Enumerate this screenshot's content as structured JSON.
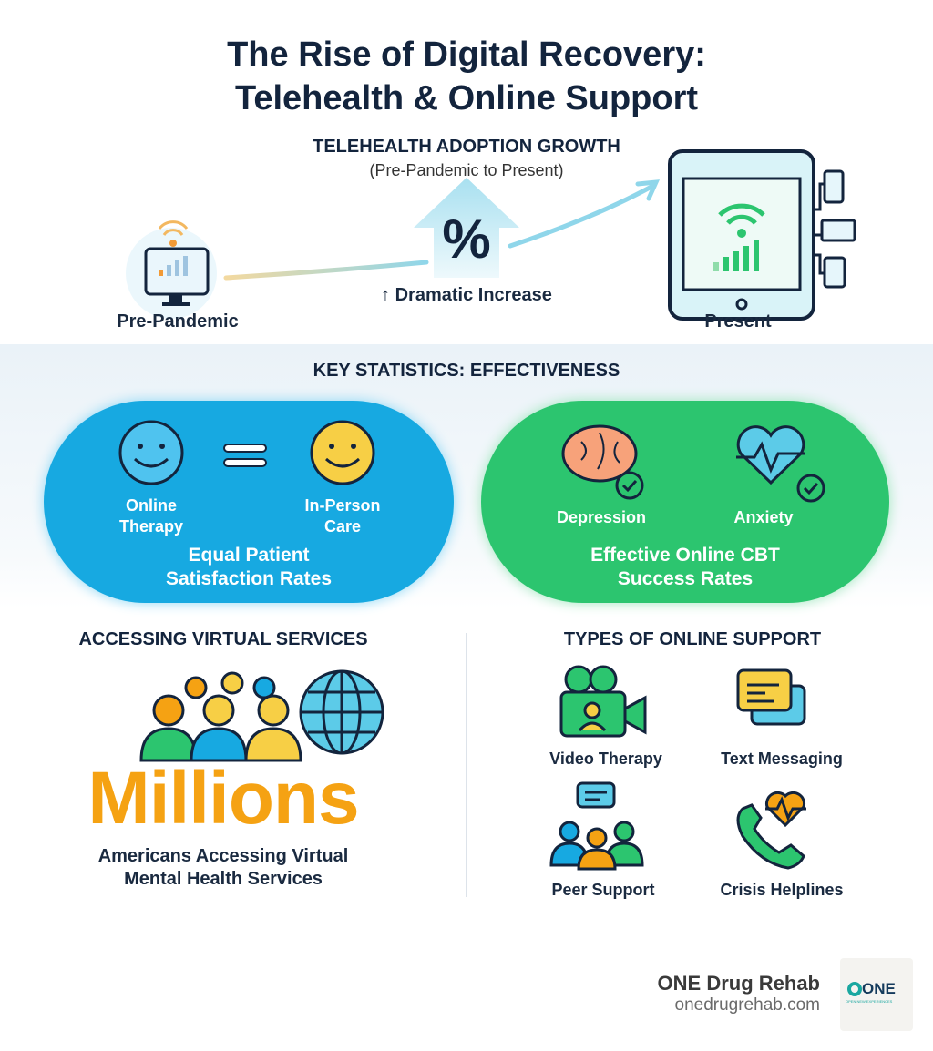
{
  "title": {
    "line1": "The Rise of Digital Recovery:",
    "line2": "Telehealth & Online Support"
  },
  "adoption": {
    "heading": "TELEHEALTH ADOPTION GROWTH",
    "subheading": "(Pre-Pandemic to Present)",
    "left_label": "Pre-Pandemic",
    "center_symbol": "%",
    "center_label": "↑ Dramatic Increase",
    "right_label": "Present"
  },
  "stats": {
    "heading": "KEY STATISTICS: EFFECTIVENESS",
    "satisfaction": {
      "left": "Online\nTherapy",
      "right": "In-Person\nCare",
      "caption_line1": "Equal Patient",
      "caption_line2": "Satisfaction Rates",
      "color": "#17a9e1"
    },
    "cbt": {
      "left": "Depression",
      "right": "Anxiety",
      "caption_line1": "Effective Online CBT",
      "caption_line2": "Success Rates",
      "color": "#2cc56f"
    }
  },
  "access": {
    "heading": "ACCESSING VIRTUAL SERVICES",
    "big": "Millions",
    "caption_line1": "Americans Accessing Virtual",
    "caption_line2": "Mental Health Services",
    "accent": "#f5a213"
  },
  "types": {
    "heading": "TYPES OF ONLINE SUPPORT",
    "items": [
      {
        "label": "Video Therapy",
        "icon": "video-camera"
      },
      {
        "label": "Text Messaging",
        "icon": "chat-bubbles"
      },
      {
        "label": "Peer Support",
        "icon": "group-chat"
      },
      {
        "label": "Crisis Helplines",
        "icon": "phone-heart"
      }
    ]
  },
  "footer": {
    "brand": "ONE Drug Rehab",
    "url": "onedrugrehab.com",
    "logo_text": "ONE",
    "logo_tagline": "OPEN NEW EXPERIENCES"
  }
}
